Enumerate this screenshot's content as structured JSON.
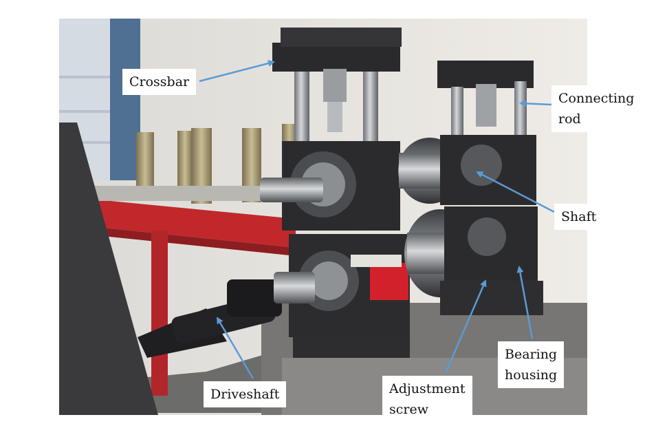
{
  "labels": {
    "crossbar": "Crossbar",
    "connecting_rod_1": "Connecting",
    "connecting_rod_2": "rod",
    "shaft": "Shaft",
    "bearing_housing_1": "Bearing",
    "bearing_housing_2": "housing",
    "adjustment_screw_1": "Adjustment",
    "adjustment_screw_2": "screw",
    "driveshaft": "Driveshaft"
  },
  "colors": {
    "arrow": "#5b9bd5",
    "frame_red": "#c0282c",
    "wall": "#ece9e3",
    "machine_dark": "#2a2a2c",
    "metal": "#8e9194"
  }
}
